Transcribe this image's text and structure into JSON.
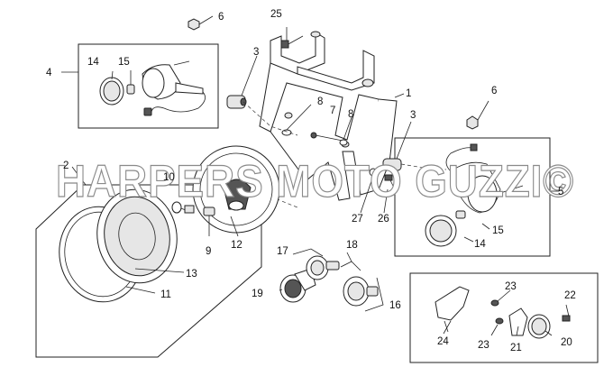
{
  "watermark": "HARPERS MOTO GUZZI©",
  "callouts": {
    "c1": "1",
    "c2": "2",
    "c3a": "3",
    "c3b": "3",
    "c4": "4",
    "c5": "5",
    "c6a": "6",
    "c6b": "6",
    "c7": "7",
    "c8a": "8",
    "c8b": "8",
    "c9": "9",
    "c10": "10",
    "c11": "11",
    "c12": "12",
    "c13": "13",
    "c14a": "14",
    "c14b": "14",
    "c15a": "15",
    "c15b": "15",
    "c16": "16",
    "c17": "17",
    "c18": "18",
    "c19": "19",
    "c20": "20",
    "c21": "21",
    "c22": "22",
    "c23a": "23",
    "c23b": "23",
    "c24": "24",
    "c25": "25",
    "c26": "26",
    "c27": "27"
  }
}
